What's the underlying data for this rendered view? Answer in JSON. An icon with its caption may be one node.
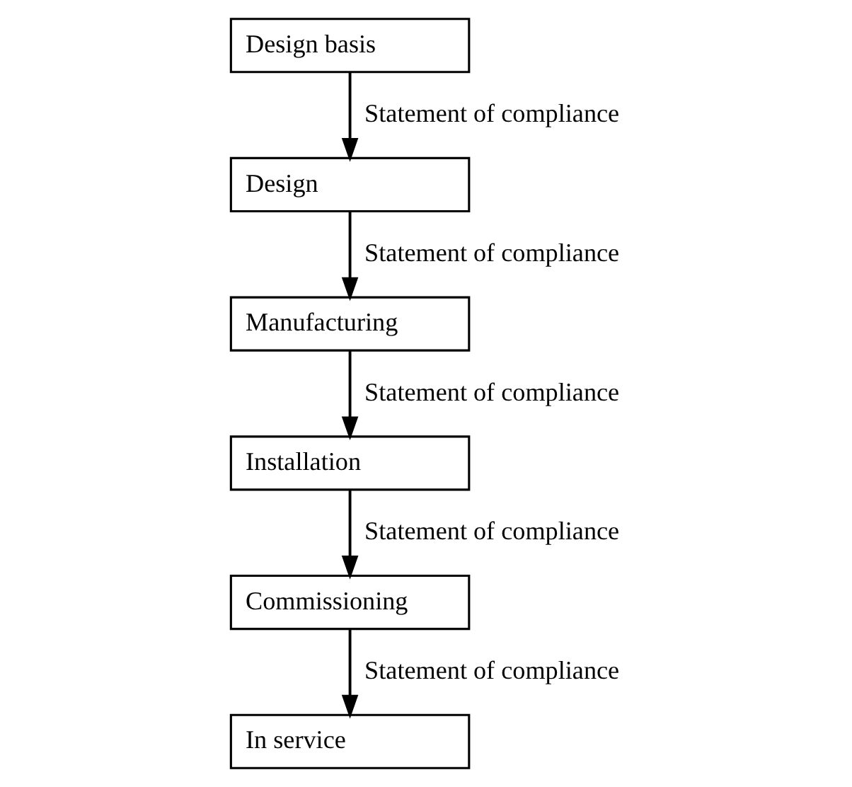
{
  "diagram": {
    "nodes": [
      {
        "text": [
          "Design basis"
        ]
      },
      {
        "text": [
          "Design"
        ]
      },
      {
        "text": [
          "Manufacturing"
        ]
      },
      {
        "text": [
          "Installation"
        ]
      },
      {
        "text": [
          "Commissioning"
        ]
      },
      {
        "text": [
          "In service"
        ]
      }
    ],
    "edges": [
      {
        "from": 0,
        "to": 1,
        "arrow": "to",
        "label": "Statement of compliance"
      },
      {
        "from": 1,
        "to": 2,
        "arrow": "to",
        "label": "Statement of compliance"
      },
      {
        "from": 2,
        "to": 3,
        "arrow": "to",
        "label": "Statement of compliance"
      },
      {
        "from": 3,
        "to": 4,
        "arrow": "to",
        "label": "Statement of compliance"
      },
      {
        "from": 4,
        "to": 5,
        "arrow": "to",
        "label": "Statement of compliance"
      }
    ]
  }
}
